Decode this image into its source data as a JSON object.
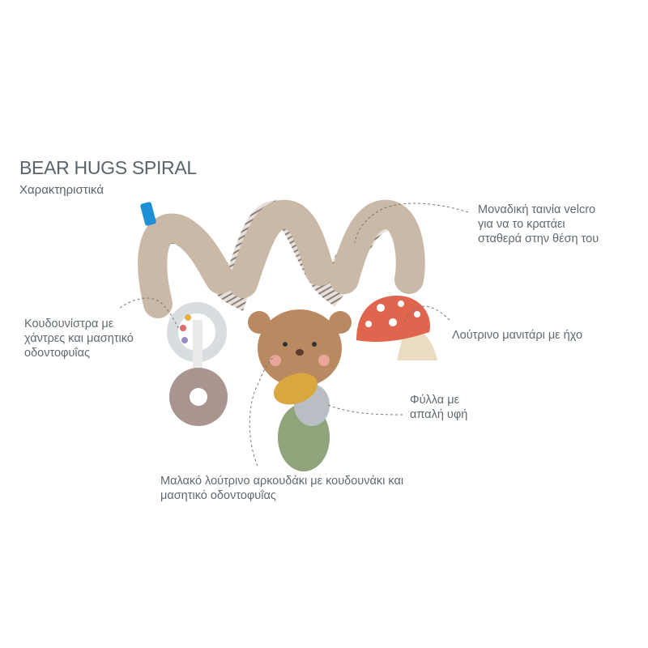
{
  "header": {
    "title": "BEAR HUGS SPIRAL",
    "subtitle": "Χαρακτηριστικά"
  },
  "callouts": {
    "velcro": [
      "Μοναδική ταινία velcro",
      "για να το κρατάει",
      "σταθερά στην θέση του"
    ],
    "rattle": [
      "Κουδουνίστρα με",
      "χάντρες και μασητικό",
      "οδοντοφυΐας"
    ],
    "mushroom": [
      "Λούτρινο μανιτάρι με ήχο"
    ],
    "leaves": [
      "Φύλλα με",
      "απαλή υφή"
    ],
    "bear": [
      "Μαλακό λούτρινο αρκουδάκι με κουδουνάκι και",
      "μασητικό οδοντοφυΐας"
    ]
  },
  "colors": {
    "plush": "#c9b9a6",
    "mushroom_cap": "#e0654f",
    "bear": "#b98a62",
    "leaf_yellow": "#d9a740",
    "leaf_green": "#8fa47a",
    "teether": "#a9948f",
    "tag": "#1e90d8"
  }
}
